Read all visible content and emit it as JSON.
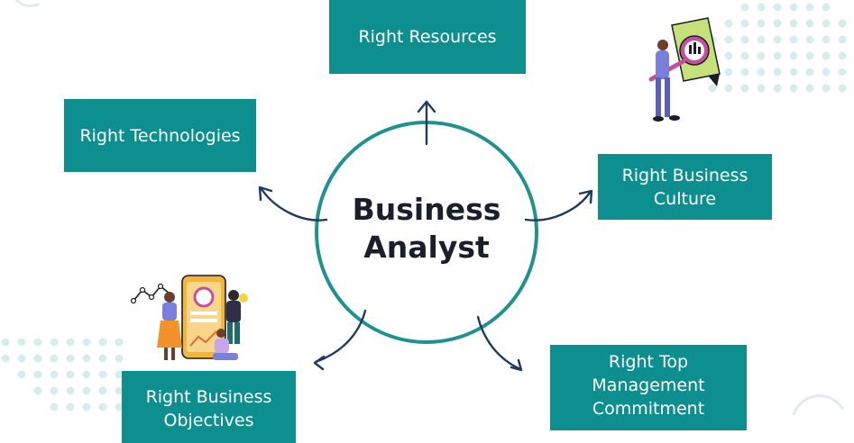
{
  "diagram": {
    "center": {
      "line1": "Business",
      "line2": "Analyst"
    },
    "nodes": {
      "resources": {
        "lines": [
          "Right Resources"
        ]
      },
      "technologies": {
        "lines": [
          "Right Technologies"
        ]
      },
      "culture": {
        "lines": [
          "Right Business",
          "Culture"
        ]
      },
      "objectives": {
        "lines": [
          "Right Business",
          "Objectives"
        ]
      },
      "commitment": {
        "lines": [
          "Right Top",
          "Management",
          "Commitment"
        ]
      }
    },
    "colors": {
      "box_fill": "#0e8f8f",
      "box_text": "#ffffff",
      "circle_stroke": "#1f9191",
      "arrow": "#1e3a5f",
      "title_text": "#1a1f2b",
      "dots": "#d9ecec"
    },
    "illustrations": [
      "person-with-magnifier-report-icon",
      "phone-dashboard-team-icon"
    ]
  }
}
